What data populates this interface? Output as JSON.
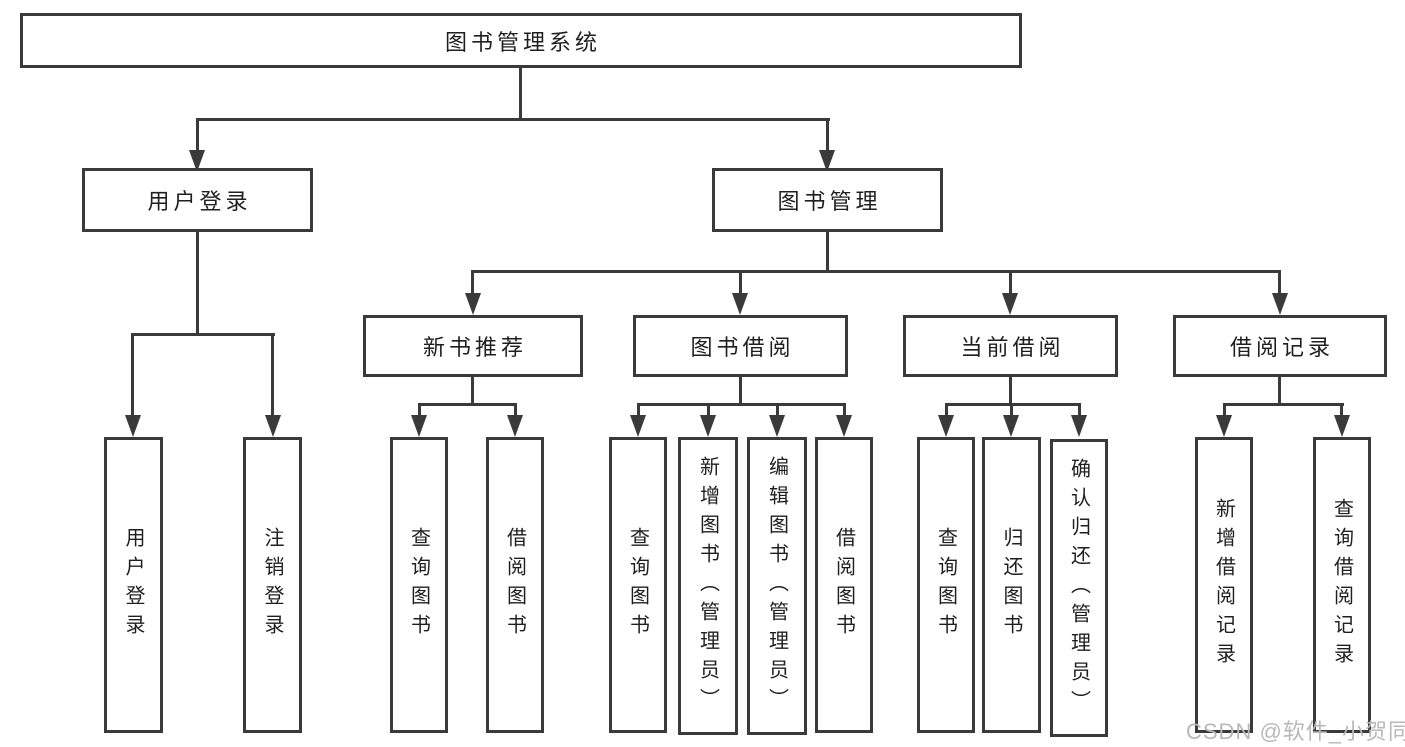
{
  "watermark": "CSDN @软件_小贺同学",
  "colors": {
    "line": "#3a3a3a",
    "text": "#1f1f1f",
    "watermark": "#b9b9b9",
    "background": "#ffffff"
  },
  "tree": {
    "label": "图书管理系统",
    "children": [
      {
        "label": "用户登录",
        "children": [
          {
            "label": "用户登录"
          },
          {
            "label": "注销登录"
          }
        ]
      },
      {
        "label": "图书管理",
        "children": [
          {
            "label": "新书推荐",
            "children": [
              {
                "label": "查询图书"
              },
              {
                "label": "借阅图书"
              }
            ]
          },
          {
            "label": "图书借阅",
            "children": [
              {
                "label": "查询图书"
              },
              {
                "label": "新增图书（管理员）"
              },
              {
                "label": "编辑图书（管理员）"
              },
              {
                "label": "借阅图书"
              }
            ]
          },
          {
            "label": "当前借阅",
            "children": [
              {
                "label": "查询图书"
              },
              {
                "label": "归还图书"
              },
              {
                "label": "确认归还（管理员）"
              }
            ]
          },
          {
            "label": "借阅记录",
            "children": [
              {
                "label": "新增借阅记录"
              },
              {
                "label": "查询借阅记录"
              }
            ]
          }
        ]
      }
    ]
  }
}
